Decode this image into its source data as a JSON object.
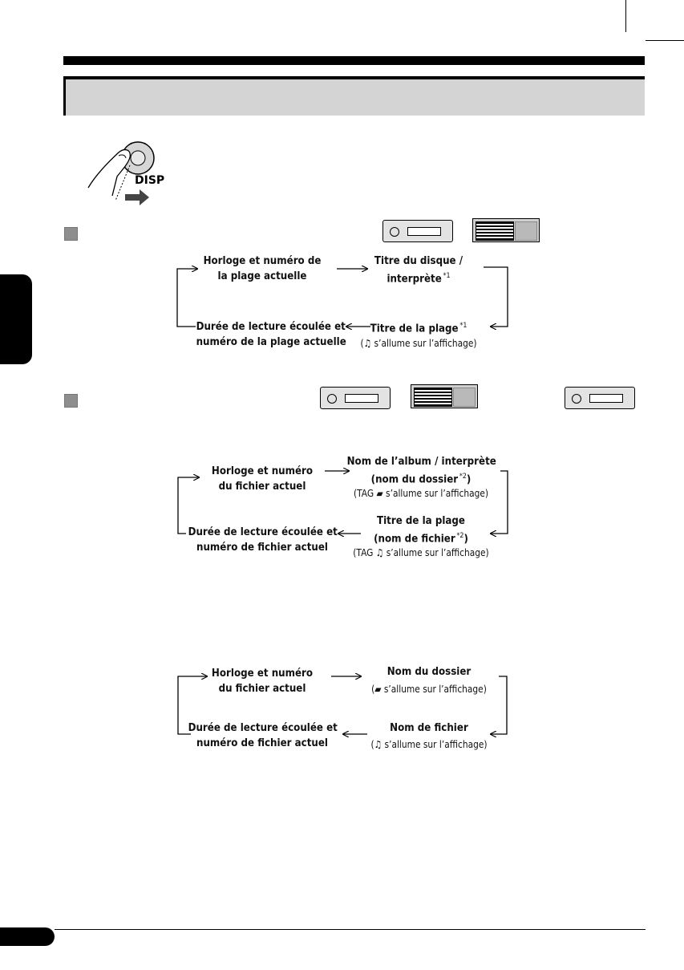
{
  "button": {
    "label": "DISP"
  },
  "flow1": {
    "top_left": [
      "Horloge et numéro de",
      "la plage actuelle"
    ],
    "top_right": [
      "Titre du disque /",
      "interprète"
    ],
    "top_right_note": "*1",
    "bottom_right": "Titre de la plage",
    "bottom_right_note": "*1",
    "bottom_right_sub": "s’allume sur l’affichage)",
    "bottom_left": [
      "Durée de lecture écoulée et",
      "numéro de la plage actuelle"
    ]
  },
  "flow2": {
    "top_left": [
      "Horloge et numéro",
      "du fichier actuel"
    ],
    "top_right": [
      "Nom de l’album / interprète",
      "(nom du dossier"
    ],
    "top_right_note": "*2",
    "top_right_sub": "s’allume sur l’affichage)",
    "bottom_right": [
      "Titre de la plage",
      "(nom de fichier"
    ],
    "bottom_right_note": "*2",
    "bottom_right_sub": "s’allume sur l’affichage)",
    "bottom_left": [
      "Durée de lecture écoulée et",
      "numéro de fichier actuel"
    ]
  },
  "flow3": {
    "top_left": [
      "Horloge et numéro",
      "du fichier actuel"
    ],
    "top_right": "Nom du dossier",
    "top_right_sub": "s’allume sur l’affichage)",
    "bottom_right": "Nom de fichier",
    "bottom_right_sub": "s’allume sur l’affichage)",
    "bottom_left": [
      "Durée de lecture écoulée et",
      "numéro de fichier actuel"
    ]
  },
  "tag_prefix": "(TAG",
  "paren_open": "(",
  "icons": {
    "music": "music-note-icon",
    "folder": "folder-icon"
  }
}
